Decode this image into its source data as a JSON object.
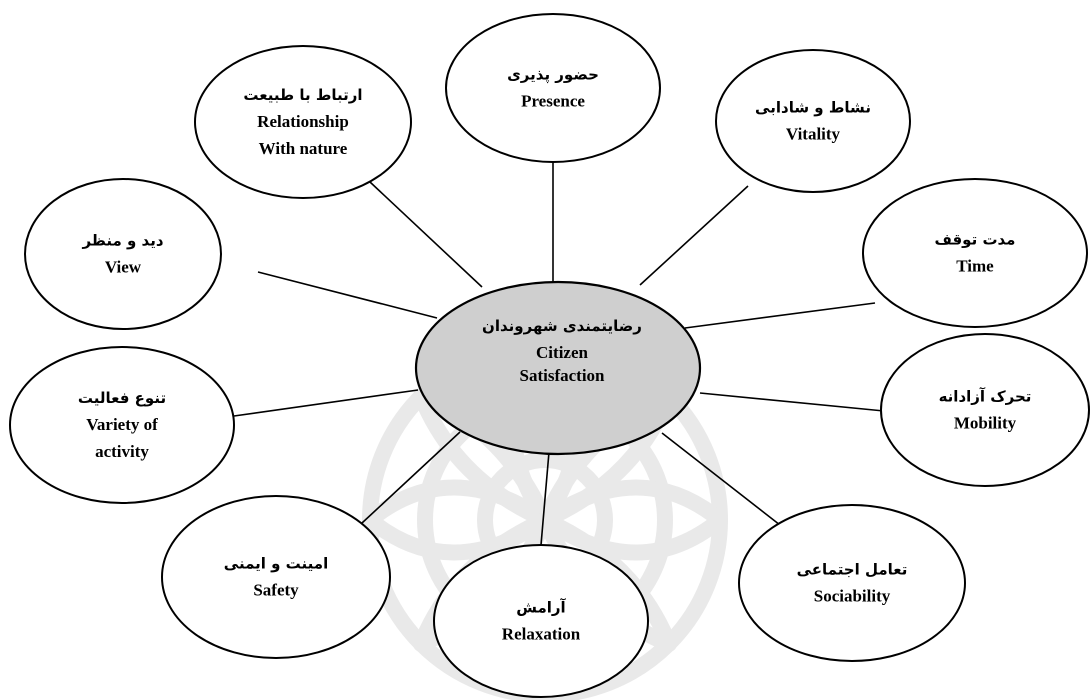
{
  "center": {
    "fa": "رضایتمندی شهروندان",
    "en_line1": "Citizen",
    "en_line2": "Satisfaction"
  },
  "nodes": [
    {
      "id": "presence",
      "fa": "حضور پذیری",
      "en": [
        "Presence"
      ]
    },
    {
      "id": "vitality",
      "fa": "نشاط و شادابی",
      "en": [
        "Vitality"
      ]
    },
    {
      "id": "time",
      "fa": "مدت توقف",
      "en": [
        "Time"
      ]
    },
    {
      "id": "mobility",
      "fa": "تحرک آزادانه",
      "en": [
        "Mobility"
      ]
    },
    {
      "id": "sociability",
      "fa": "تعامل اجتماعی",
      "en": [
        "Sociability"
      ]
    },
    {
      "id": "relaxation",
      "fa": "آرامش",
      "en": [
        "Relaxation"
      ]
    },
    {
      "id": "safety",
      "fa": "امینت و ایمنی",
      "en": [
        "Safety"
      ]
    },
    {
      "id": "variety",
      "fa": "تنوع فعالیت",
      "en": [
        "Variety of",
        "activity"
      ]
    },
    {
      "id": "view",
      "fa": "دید و منظر",
      "en": [
        "View"
      ]
    },
    {
      "id": "nature",
      "fa": "ارتباط با طبیعت",
      "en": [
        "Relationship",
        "With nature"
      ]
    }
  ]
}
